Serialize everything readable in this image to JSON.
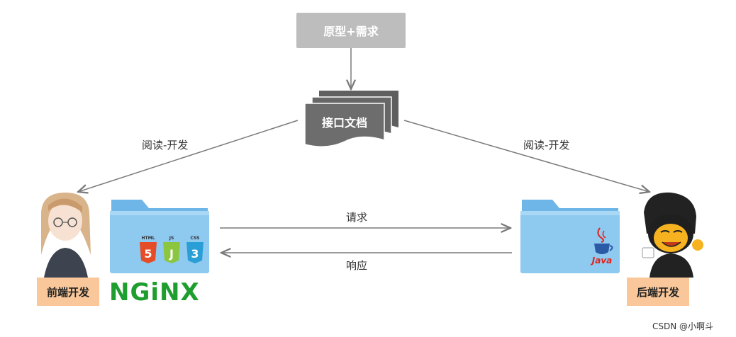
{
  "nodes": {
    "requirements": "原型+需求",
    "interface_doc": "接口文档",
    "frontend": "前端开发",
    "backend": "后端开发"
  },
  "edges": {
    "read_dev_left": "阅读-开发",
    "read_dev_right": "阅读-开发",
    "request": "请求",
    "response": "响应"
  },
  "folders": {
    "frontend_badges": [
      "HTML",
      "JS",
      "CSS"
    ],
    "frontend_glyphs": [
      "5",
      "J",
      "3"
    ],
    "backend_label": "Java"
  },
  "logo": "NGiNX",
  "watermark": "CSDN @小啊斗",
  "colors": {
    "gray_box": "#bdbdbd",
    "doc_fill": "#6d6d6d",
    "arrow": "#7a7a7a",
    "folder": "#8ec9f0",
    "role_box": "#f9c79a",
    "nginx_green": "#1e9e2e",
    "html": "#e44d26",
    "js": "#8cc63f",
    "css": "#2a9fd6",
    "java": "#e2231a"
  }
}
